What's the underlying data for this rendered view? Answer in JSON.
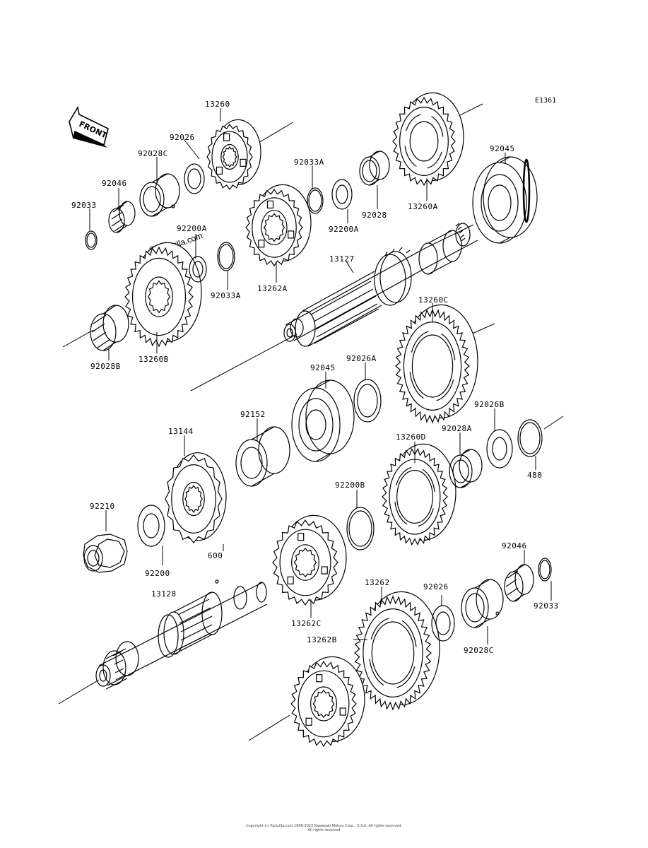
{
  "diagram": {
    "reference_code": "E1361",
    "front_label": "FRONT",
    "watermark": "Partzilla.com",
    "copyright_line1": "Copyright (c) Partzilla.com 1998-2022 Kawasaki Motors Corp., U.S.A. All rights reserved.",
    "copyright_line2": "All rights reserved"
  },
  "parts": [
    {
      "id": "p13260",
      "label": "13260"
    },
    {
      "id": "p92026_top",
      "label": "92026"
    },
    {
      "id": "p92028c_top",
      "label": "92028C"
    },
    {
      "id": "p92046_top",
      "label": "92046"
    },
    {
      "id": "p92033_top",
      "label": "92033"
    },
    {
      "id": "p92200a_l",
      "label": "92200A"
    },
    {
      "id": "p92033a_l",
      "label": "92033A"
    },
    {
      "id": "p13262a",
      "label": "13262A"
    },
    {
      "id": "p92033a_r",
      "label": "92033A"
    },
    {
      "id": "p92200a_r",
      "label": "92200A"
    },
    {
      "id": "p92028_top",
      "label": "92028"
    },
    {
      "id": "p13260a",
      "label": "13260A"
    },
    {
      "id": "p92045_top",
      "label": "92045"
    },
    {
      "id": "p13127",
      "label": "13127"
    },
    {
      "id": "p13260b",
      "label": "13260B"
    },
    {
      "id": "p92028b",
      "label": "92028B"
    },
    {
      "id": "p13260c",
      "label": "13260C"
    },
    {
      "id": "p92026a",
      "label": "92026A"
    },
    {
      "id": "p92045_mid",
      "label": "92045"
    },
    {
      "id": "p92152",
      "label": "92152"
    },
    {
      "id": "p13144",
      "label": "13144"
    },
    {
      "id": "p92026b",
      "label": "92026B"
    },
    {
      "id": "p92028a",
      "label": "92028A"
    },
    {
      "id": "p13260d",
      "label": "13260D"
    },
    {
      "id": "p480",
      "label": "480"
    },
    {
      "id": "p92200b",
      "label": "92200B"
    },
    {
      "id": "p92210",
      "label": "92210"
    },
    {
      "id": "p600",
      "label": "600"
    },
    {
      "id": "p92200",
      "label": "92200"
    },
    {
      "id": "p13128",
      "label": "13128"
    },
    {
      "id": "p92046_bot",
      "label": "92046"
    },
    {
      "id": "p13262",
      "label": "13262"
    },
    {
      "id": "p92026_bot",
      "label": "92026"
    },
    {
      "id": "p92033_bot",
      "label": "92033"
    },
    {
      "id": "p13262c",
      "label": "13262C"
    },
    {
      "id": "p13262b",
      "label": "13262B"
    },
    {
      "id": "p92028c_bot",
      "label": "92028C"
    }
  ]
}
